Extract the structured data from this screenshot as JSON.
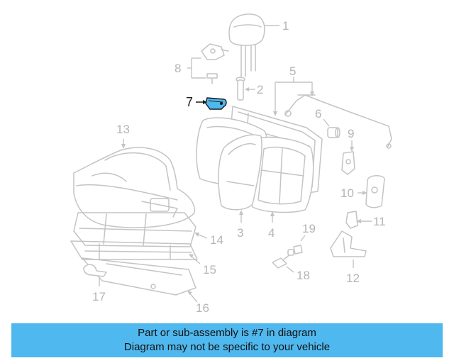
{
  "colors": {
    "highlight": "#4fb8ee",
    "banner": "#4fb8ee",
    "line": "#c4c4c4",
    "callout_text": "#b5b5b5",
    "highlight_text": "#1a1a1a"
  },
  "highlighted_part": "7",
  "callouts": [
    {
      "id": "c1",
      "label": "1"
    },
    {
      "id": "c2",
      "label": "2"
    },
    {
      "id": "c3",
      "label": "3"
    },
    {
      "id": "c4",
      "label": "4"
    },
    {
      "id": "c5",
      "label": "5"
    },
    {
      "id": "c6",
      "label": "6"
    },
    {
      "id": "c7",
      "label": "7"
    },
    {
      "id": "c8",
      "label": "8"
    },
    {
      "id": "c9",
      "label": "9"
    },
    {
      "id": "c10",
      "label": "10"
    },
    {
      "id": "c11",
      "label": "11"
    },
    {
      "id": "c12",
      "label": "12"
    },
    {
      "id": "c13",
      "label": "13"
    },
    {
      "id": "c14",
      "label": "14"
    },
    {
      "id": "c15",
      "label": "15"
    },
    {
      "id": "c16",
      "label": "16"
    },
    {
      "id": "c17",
      "label": "17"
    },
    {
      "id": "c18",
      "label": "18"
    },
    {
      "id": "c19",
      "label": "19"
    }
  ],
  "banner": {
    "line1": "Part or sub-assembly is #7 in diagram",
    "line2": "Diagram may not be specific to your vehicle"
  }
}
